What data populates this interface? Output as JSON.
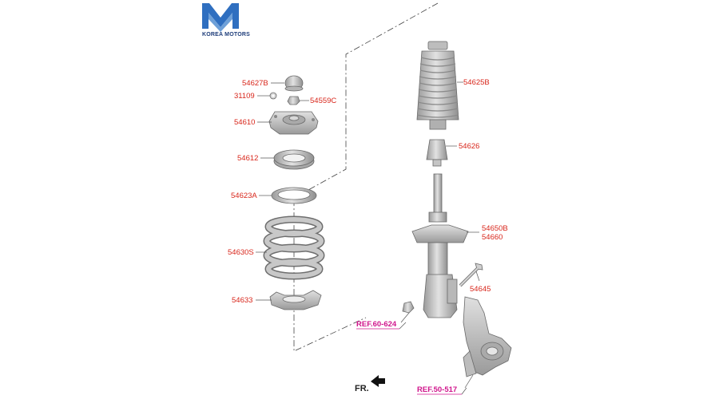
{
  "logo": {
    "text": "KOREA MOTORS"
  },
  "labels": {
    "p54627B": "54627B",
    "p31109": "31109",
    "p54559C": "54559C",
    "p54610": "54610",
    "p54612": "54612",
    "p54623A": "54623A",
    "p54630S": "54630S",
    "p54633": "54633",
    "p54625B": "54625B",
    "p54626": "54626",
    "p54650B": "54650B",
    "p54660": "54660",
    "p54645": "54645"
  },
  "refs": {
    "ref1": "REF.60-624",
    "ref2": "REF.50-517"
  },
  "direction": {
    "label": "FR."
  },
  "colors": {
    "label": "#d8261b",
    "ref": "#d0158c",
    "part_fill": "#c9c9c9",
    "logo_blue": "#2f6fc0"
  }
}
